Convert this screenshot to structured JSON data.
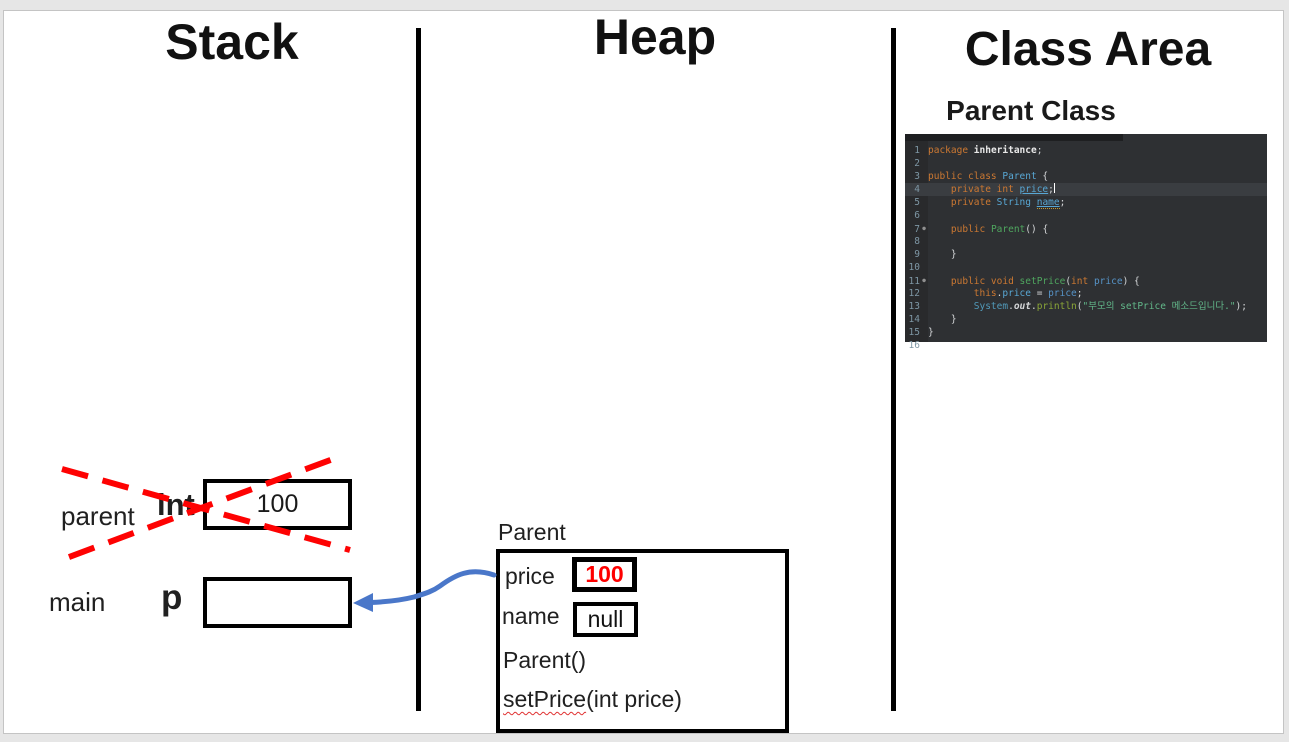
{
  "headers": {
    "stack": "Stack",
    "heap": "Heap",
    "class_area": "Class Area",
    "parent_class": "Parent Class"
  },
  "stack": {
    "rows": [
      {
        "label": "parent",
        "var": "int",
        "value": "100",
        "crossed_out": true
      },
      {
        "label": "main",
        "var": "p",
        "value": "",
        "crossed_out": false
      }
    ]
  },
  "heap": {
    "object_label": "Parent",
    "fields": [
      {
        "name": "price",
        "value": "100",
        "value_color": "#fe0000"
      },
      {
        "name": "name",
        "value": "null",
        "value_color": "#111111"
      }
    ],
    "methods": [
      {
        "label": "Parent()"
      },
      {
        "label_name": "setPrice",
        "label_args": "(int price)"
      }
    ]
  },
  "colors": {
    "cross_red": "#fe0202",
    "arrow_blue": "#4a77c9",
    "box_border": "#000000",
    "editor_bg": "#2e3033",
    "keyword_orange": "#cc7832",
    "type_cyan": "#58a7d4",
    "method_green": "#4fa65f",
    "string_green": "#62b88a",
    "param_blue": "#5693c7"
  },
  "code_editor": {
    "lines": [
      {
        "n": "1",
        "tokens": [
          [
            "kw",
            "package"
          ],
          [
            "pln",
            " "
          ],
          [
            "pkg",
            "inheritance"
          ],
          [
            "pln",
            ";"
          ]
        ]
      },
      {
        "n": "2",
        "tokens": []
      },
      {
        "n": "3",
        "tokens": [
          [
            "kw",
            "public class"
          ],
          [
            "pln",
            " "
          ],
          [
            "cls",
            "Parent"
          ],
          [
            "pln",
            " {"
          ]
        ]
      },
      {
        "n": "4",
        "hl": true,
        "cursor": true,
        "tokens": [
          [
            "pln",
            "    "
          ],
          [
            "kw",
            "private int"
          ],
          [
            "pln",
            " "
          ],
          [
            "fld",
            "price"
          ],
          [
            "pln",
            ";"
          ]
        ]
      },
      {
        "n": "5",
        "tokens": [
          [
            "pln",
            "    "
          ],
          [
            "kw",
            "private"
          ],
          [
            "pln",
            " "
          ],
          [
            "cls",
            "String"
          ],
          [
            "pln",
            " "
          ],
          [
            "fldw",
            "name"
          ],
          [
            "pln",
            ";"
          ]
        ]
      },
      {
        "n": "6",
        "tokens": []
      },
      {
        "n": "7",
        "bullet": true,
        "tokens": [
          [
            "pln",
            "    "
          ],
          [
            "kw",
            "public"
          ],
          [
            "pln",
            " "
          ],
          [
            "meth",
            "Parent"
          ],
          [
            "pln",
            "() {"
          ]
        ]
      },
      {
        "n": "8",
        "tokens": []
      },
      {
        "n": "9",
        "tokens": [
          [
            "pln",
            "    }"
          ]
        ]
      },
      {
        "n": "10",
        "tokens": []
      },
      {
        "n": "11",
        "bullet": true,
        "tokens": [
          [
            "pln",
            "    "
          ],
          [
            "kw",
            "public void"
          ],
          [
            "pln",
            " "
          ],
          [
            "meth",
            "setPrice"
          ],
          [
            "pln",
            "("
          ],
          [
            "kw",
            "int"
          ],
          [
            "pln",
            " "
          ],
          [
            "param",
            "price"
          ],
          [
            "pln",
            ") {"
          ]
        ]
      },
      {
        "n": "12",
        "tokens": [
          [
            "pln",
            "        "
          ],
          [
            "kw",
            "this"
          ],
          [
            "pln",
            "."
          ],
          [
            "fld2",
            "price"
          ],
          [
            "pln",
            " = "
          ],
          [
            "param",
            "price"
          ],
          [
            "pln",
            ";"
          ]
        ]
      },
      {
        "n": "13",
        "tokens": [
          [
            "pln",
            "        "
          ],
          [
            "sys",
            "System"
          ],
          [
            "pln",
            "."
          ],
          [
            "static",
            "out"
          ],
          [
            "pln",
            "."
          ],
          [
            "call",
            "println"
          ],
          [
            "pln",
            "("
          ],
          [
            "str",
            "\"부모의 setPrice 메소드입니다.\""
          ],
          [
            "pln",
            ");"
          ]
        ]
      },
      {
        "n": "14",
        "tokens": [
          [
            "pln",
            "    }"
          ]
        ]
      },
      {
        "n": "15",
        "tokens": [
          [
            "pln",
            "}"
          ]
        ]
      },
      {
        "n": "16",
        "tokens": []
      }
    ]
  }
}
